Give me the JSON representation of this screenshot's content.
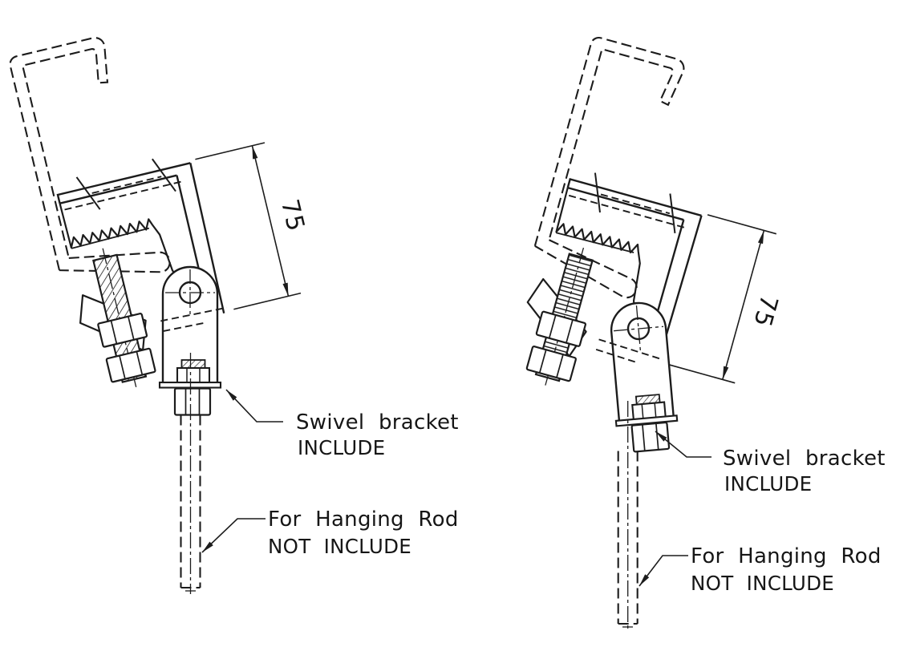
{
  "canvas": {
    "background": "#ffffff",
    "line_color": "#1c1c1c",
    "description": "Technical drawing, two views of beam clamp with swivel bracket"
  },
  "drawings": {
    "left": {
      "dimension_label": "75",
      "swivel_label_line1": "Swivel bracket",
      "swivel_label_line2": "INCLUDE",
      "rod_label_line1": "For Hanging Rod",
      "rod_label_line2": "NOT INCLUDE"
    },
    "right": {
      "dimension_label": "75",
      "swivel_label_line1": "Swivel bracket",
      "swivel_label_line2": "INCLUDE",
      "rod_label_line1": "For Hanging Rod",
      "rod_label_line2": "NOT INCLUDE"
    }
  }
}
